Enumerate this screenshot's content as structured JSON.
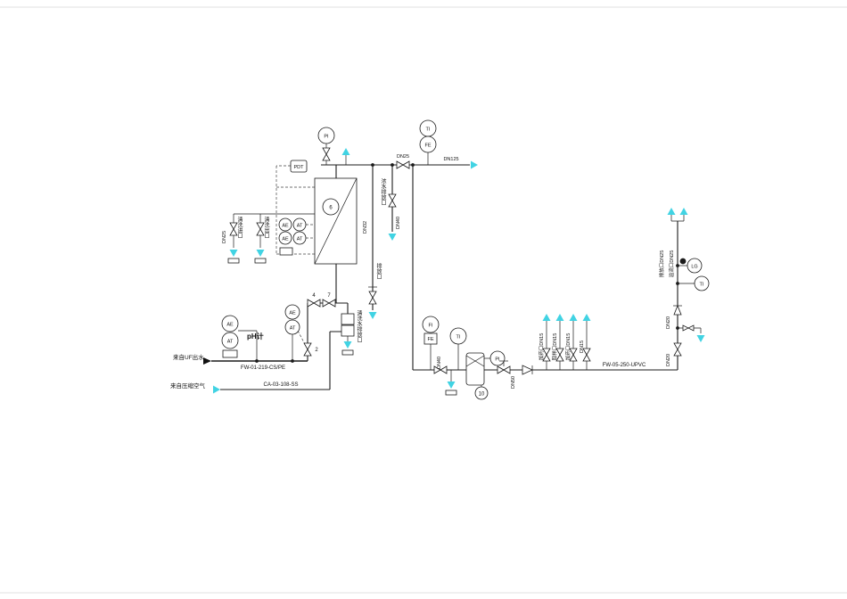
{
  "labels": {
    "source_uf_water": "来自UF出水",
    "source_compressed_air": "来自压缩空气",
    "pipe_uf": "FW-01-219-CS/PE",
    "pipe_air": "CA-03-108-SS",
    "pipe_product": "FW-05-250-UPVC",
    "dn125": "DN125",
    "dn25_top": "DN25",
    "ph_meter": "pH计",
    "unit_number": "6",
    "tank_number": "10",
    "valve_no_2": "2",
    "valve_no_4": "4",
    "valve_no_7": "7"
  },
  "instruments": {
    "pi_top": "PI",
    "pdt": "PDT",
    "ti_top": "TI",
    "fe_top": "FE",
    "ae_mem_1": "AE",
    "at_mem_1": "AT",
    "ae_mem_2": "AE",
    "at_mem_2": "AT",
    "ae_ph_1": "AE",
    "at_ph_1": "AT",
    "ae_ph_2": "AE",
    "at_ph_2": "AT",
    "fi_mid": "FI",
    "fe_mid": "FE",
    "ti_mid": "TI",
    "pi_mid": "PI",
    "ti_tank": "TI",
    "lg_tank": "LG"
  },
  "vlabels": {
    "dn25_cip": "DN25",
    "cip_inlet": "清洗进口",
    "cip_outlet": "清洗出口",
    "drain_dn32": "DN32",
    "drain_port": "排放口",
    "conc_drain": "浓水排放口",
    "conc_dn40": "DN40",
    "flush_drain": "清洗水排放口",
    "mid_dn40": "DN40",
    "mid_dn50": "DN50",
    "dosing_1": "加药口DN15",
    "sampling_1": "取样口DN15",
    "dosing_2": "加药口DN15",
    "dn15": "DN15",
    "dn20_a": "DN20",
    "dn20_b": "DN20",
    "riser_vent": "排放口DN25",
    "riser_overflow": "溢流口DN25"
  }
}
